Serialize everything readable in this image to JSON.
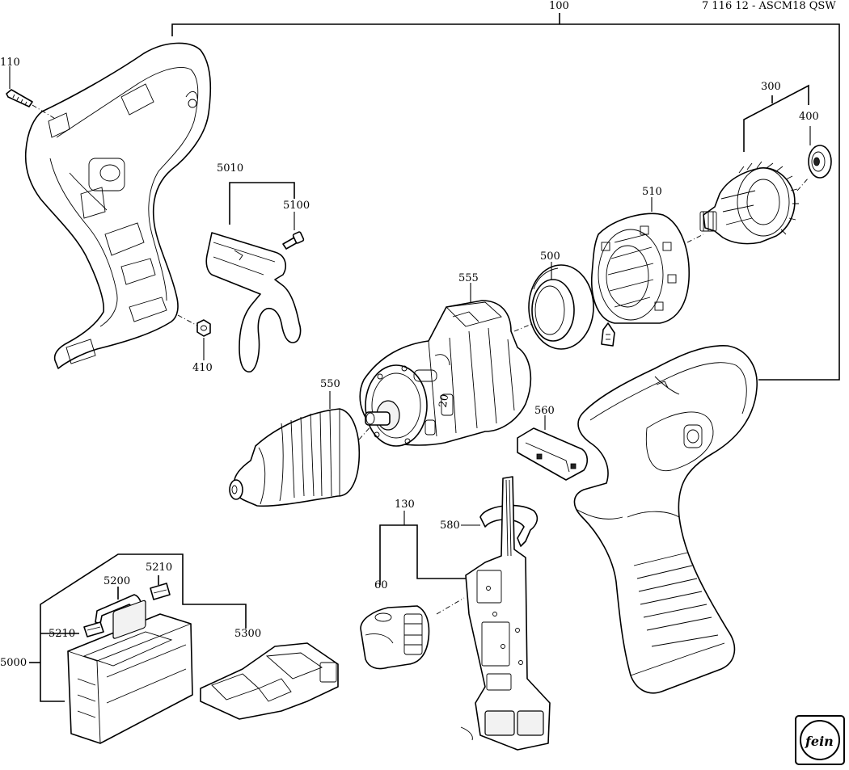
{
  "header": {
    "doc_id": "7 116 12 - ASCM18 QSW"
  },
  "callouts": [
    {
      "id": "100",
      "text": "100"
    },
    {
      "id": "110",
      "text": "110"
    },
    {
      "id": "410",
      "text": "410"
    },
    {
      "id": "5010",
      "text": "5010"
    },
    {
      "id": "5100",
      "text": "5100"
    },
    {
      "id": "550",
      "text": "550"
    },
    {
      "id": "555",
      "text": "555"
    },
    {
      "id": "500",
      "text": "500"
    },
    {
      "id": "510",
      "text": "510"
    },
    {
      "id": "300",
      "text": "300"
    },
    {
      "id": "400",
      "text": "400"
    },
    {
      "id": "560",
      "text": "560"
    },
    {
      "id": "130",
      "text": "130"
    },
    {
      "id": "580",
      "text": "580"
    },
    {
      "id": "60",
      "text": "60"
    },
    {
      "id": "5210a",
      "text": "5210"
    },
    {
      "id": "5200",
      "text": "5200"
    },
    {
      "id": "5210b",
      "text": "5210"
    },
    {
      "id": "5300",
      "text": "5300"
    },
    {
      "id": "5000",
      "text": "5000"
    }
  ],
  "logo": {
    "text": "fein",
    "icon": "fein-logo"
  },
  "chuck_mark": "20"
}
